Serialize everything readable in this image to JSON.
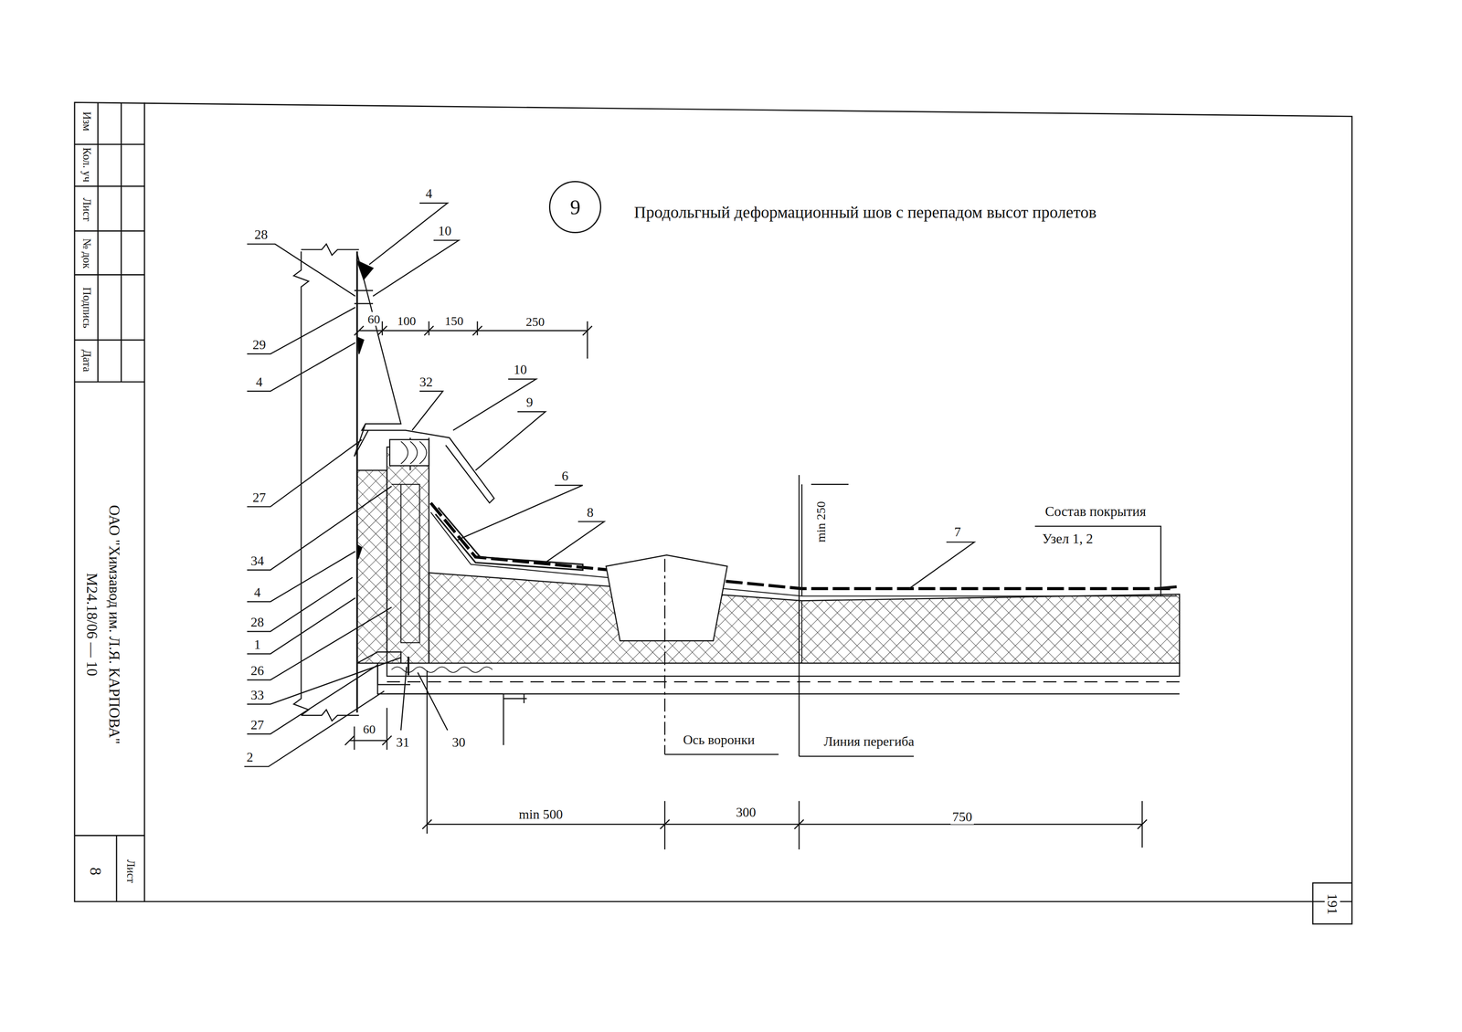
{
  "diagram": {
    "title": "Продольгный деформационный шов с перепадом высот пролетов",
    "nodes": [
      {
        "text": [
          "9"
        ]
      }
    ],
    "edges": [],
    "labels": [
      "Изм",
      "Кол. уч",
      "Лист",
      "№ док",
      "Подпись",
      "Дата",
      "ОАО \"Химзавод им. Л.Я. КАРПОВА\"",
      "М24.18/06 — 10",
      "Лист",
      "8",
      "191",
      "4",
      "10",
      "28",
      "29",
      "60",
      "100",
      "150",
      "250",
      "4",
      "32",
      "10",
      "9",
      "27",
      "6",
      "8",
      "34",
      "4",
      "28",
      "1",
      "26",
      "33",
      "27",
      "2",
      "60",
      "31",
      "30",
      "7",
      "min 250",
      "Состав покрытия",
      "Узел 1, 2",
      "Ось воронки",
      "Линия перегиба",
      "min 500",
      "300",
      "750"
    ]
  }
}
